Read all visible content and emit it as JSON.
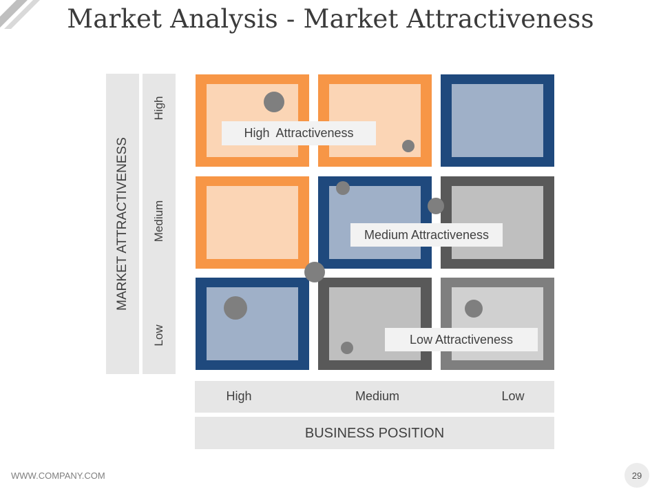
{
  "title": "Market Analysis - Market Attractiveness",
  "y_axis": {
    "label": "MARKET ATTRACTIVENESS",
    "levels": [
      "High",
      "Medium",
      "Low"
    ]
  },
  "x_axis": {
    "label": "BUSINESS POSITION",
    "levels": [
      "High",
      "Medium",
      "Low"
    ]
  },
  "zone_labels": {
    "high": "High  Attractiveness",
    "medium": "Medium Attractiveness",
    "low": "Low Attractiveness"
  },
  "colors": {
    "orange_border": "#f79646",
    "orange_fill": "#fbd5b5",
    "blue_border": "#1f497d",
    "blue_fill": "#9fb0c8",
    "darkgray_border": "#595959",
    "darkgray_fill": "#bfbfbf",
    "gray_border": "#7f7f7f",
    "gray_fill": "#d0d0d0",
    "bubble": "#7f7f7f"
  },
  "footer": {
    "website": "WWW.COMPANY.COM",
    "page_number": "29"
  }
}
